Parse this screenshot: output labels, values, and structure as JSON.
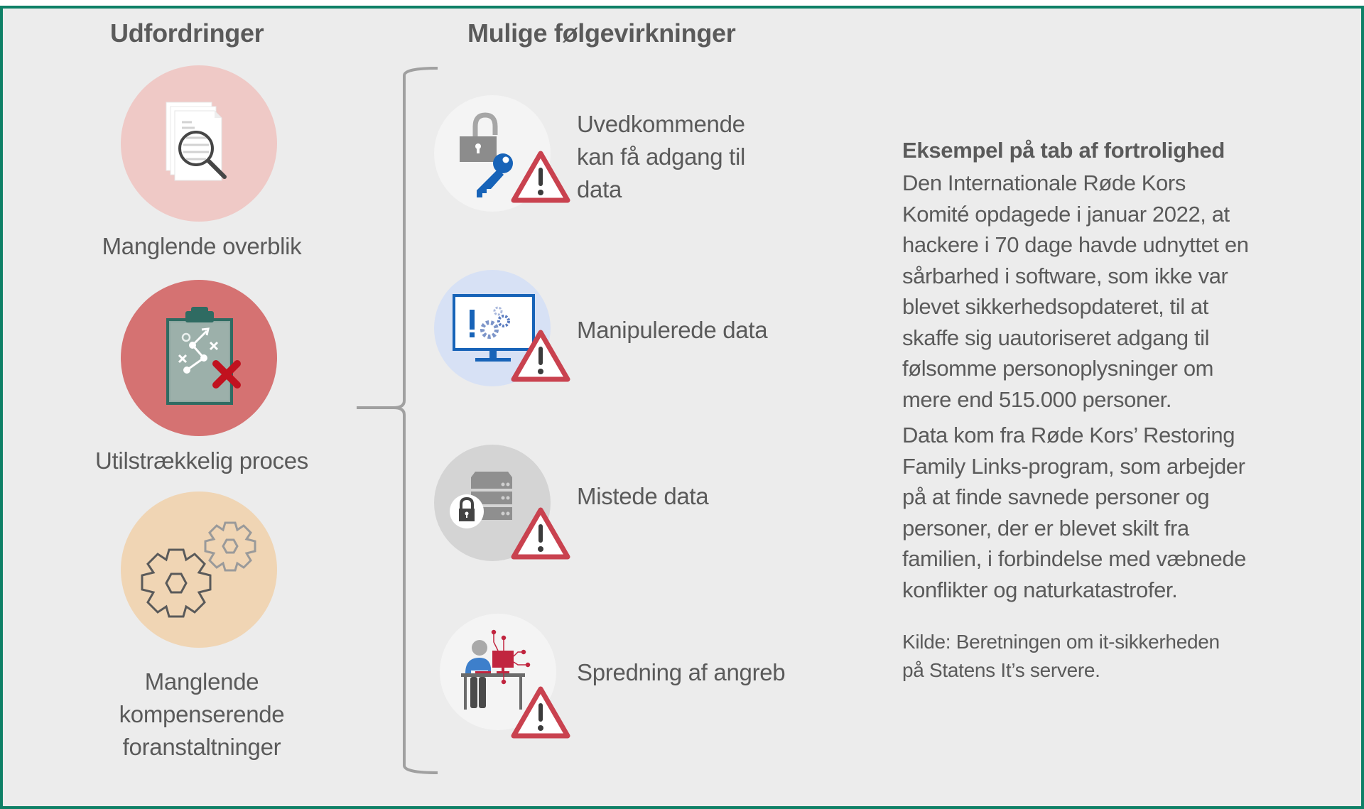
{
  "colors": {
    "frame_border": "#0e8066",
    "background": "#ececec",
    "text": "#5a5a5a",
    "bracket": "#a0a0a0",
    "warning_red": "#c9424f",
    "challenge_circle_1": "#efc9c6",
    "challenge_circle_2": "#d57272",
    "challenge_circle_3": "#f0d5b4",
    "consequence_circle_1": "#f4f4f4",
    "consequence_circle_2": "#d7e1f5",
    "consequence_circle_3": "#d4d4d4",
    "consequence_circle_4": "#f4f4f4"
  },
  "challenges": {
    "heading": "Udfordringer",
    "items": [
      {
        "icon": "document-magnifier-icon",
        "label_lines": [
          "Manglende overblik"
        ]
      },
      {
        "icon": "clipboard-strategy-failed-icon",
        "label_lines": [
          "Utilstrækkelig proces"
        ]
      },
      {
        "icon": "gears-icon",
        "label_lines": [
          "Manglende",
          "kompenserende",
          "foranstaltninger"
        ]
      }
    ]
  },
  "consequences": {
    "heading": "Mulige følgevirkninger",
    "items": [
      {
        "icon": "unlocked-padlock-key-icon",
        "warning_icon": "warning-triangle-icon",
        "label_lines": [
          "Uvedkommende",
          "kan få adgang til",
          "data"
        ]
      },
      {
        "icon": "monitor-gears-alert-icon",
        "warning_icon": "warning-triangle-icon",
        "label_lines": [
          "Manipulerede data"
        ]
      },
      {
        "icon": "locked-server-icon",
        "warning_icon": "warning-triangle-icon",
        "label_lines": [
          "Mistede data"
        ]
      },
      {
        "icon": "person-infected-computer-icon",
        "warning_icon": "warning-triangle-icon",
        "label_lines": [
          "Spredning af angreb"
        ]
      }
    ]
  },
  "example": {
    "heading": "Eksempel på tab af fortrolighed",
    "paragraph_1_lines": [
      "Den Internationale Røde Kors",
      "Komité opdagede i januar 2022, at",
      "hackere i 70 dage havde udnyttet en",
      "sårbarhed i software, som ikke var",
      "blevet sikkerhedsopdateret, til at",
      "skaffe sig uautoriseret adgang til",
      "følsomme personoplysninger om",
      "mere end 515.000 personer."
    ],
    "paragraph_2_lines": [
      "Data kom fra Røde Kors’ Restoring",
      "Family Links-program, som arbejder",
      "på at finde savnede personer og",
      "personer, der er blevet skilt fra",
      "familien, i forbindelse med væbnede",
      "konflikter og naturkatastrofer."
    ],
    "source_lines": [
      "Kilde: Beretningen om it-sikkerheden",
      "på Statens It’s servere."
    ]
  }
}
